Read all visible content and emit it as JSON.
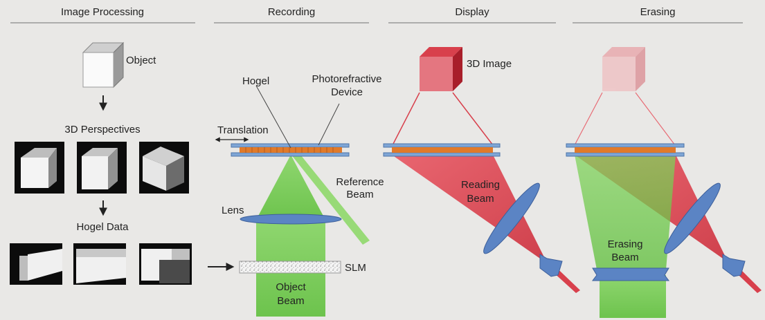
{
  "sections": {
    "image_processing": "Image Processing",
    "recording": "Recording",
    "display": "Display",
    "erasing": "Erasing"
  },
  "labels": {
    "object": "Object",
    "perspectives": "3D Perspectives",
    "hogel_data": "Hogel Data",
    "hogel": "Hogel",
    "photorefractive_1": "Photorefractive",
    "photorefractive_2": "Device",
    "translation": "Translation",
    "reference_1": "Reference",
    "reference_2": "Beam",
    "lens": "Lens",
    "slm": "SLM",
    "object_beam_1": "Object",
    "object_beam_2": "Beam",
    "image_3d": "3D Image",
    "reading_1": "Reading",
    "reading_2": "Beam",
    "erasing_1": "Erasing",
    "erasing_2": "Beam"
  },
  "colors": {
    "background": "#e9e8e6",
    "green_beam": "#7fcf4f",
    "red_beam": "#e0303c",
    "lens_blue": "#5b84c4",
    "device_orange": "#e07a2a",
    "device_blue": "#7fa6d6"
  }
}
